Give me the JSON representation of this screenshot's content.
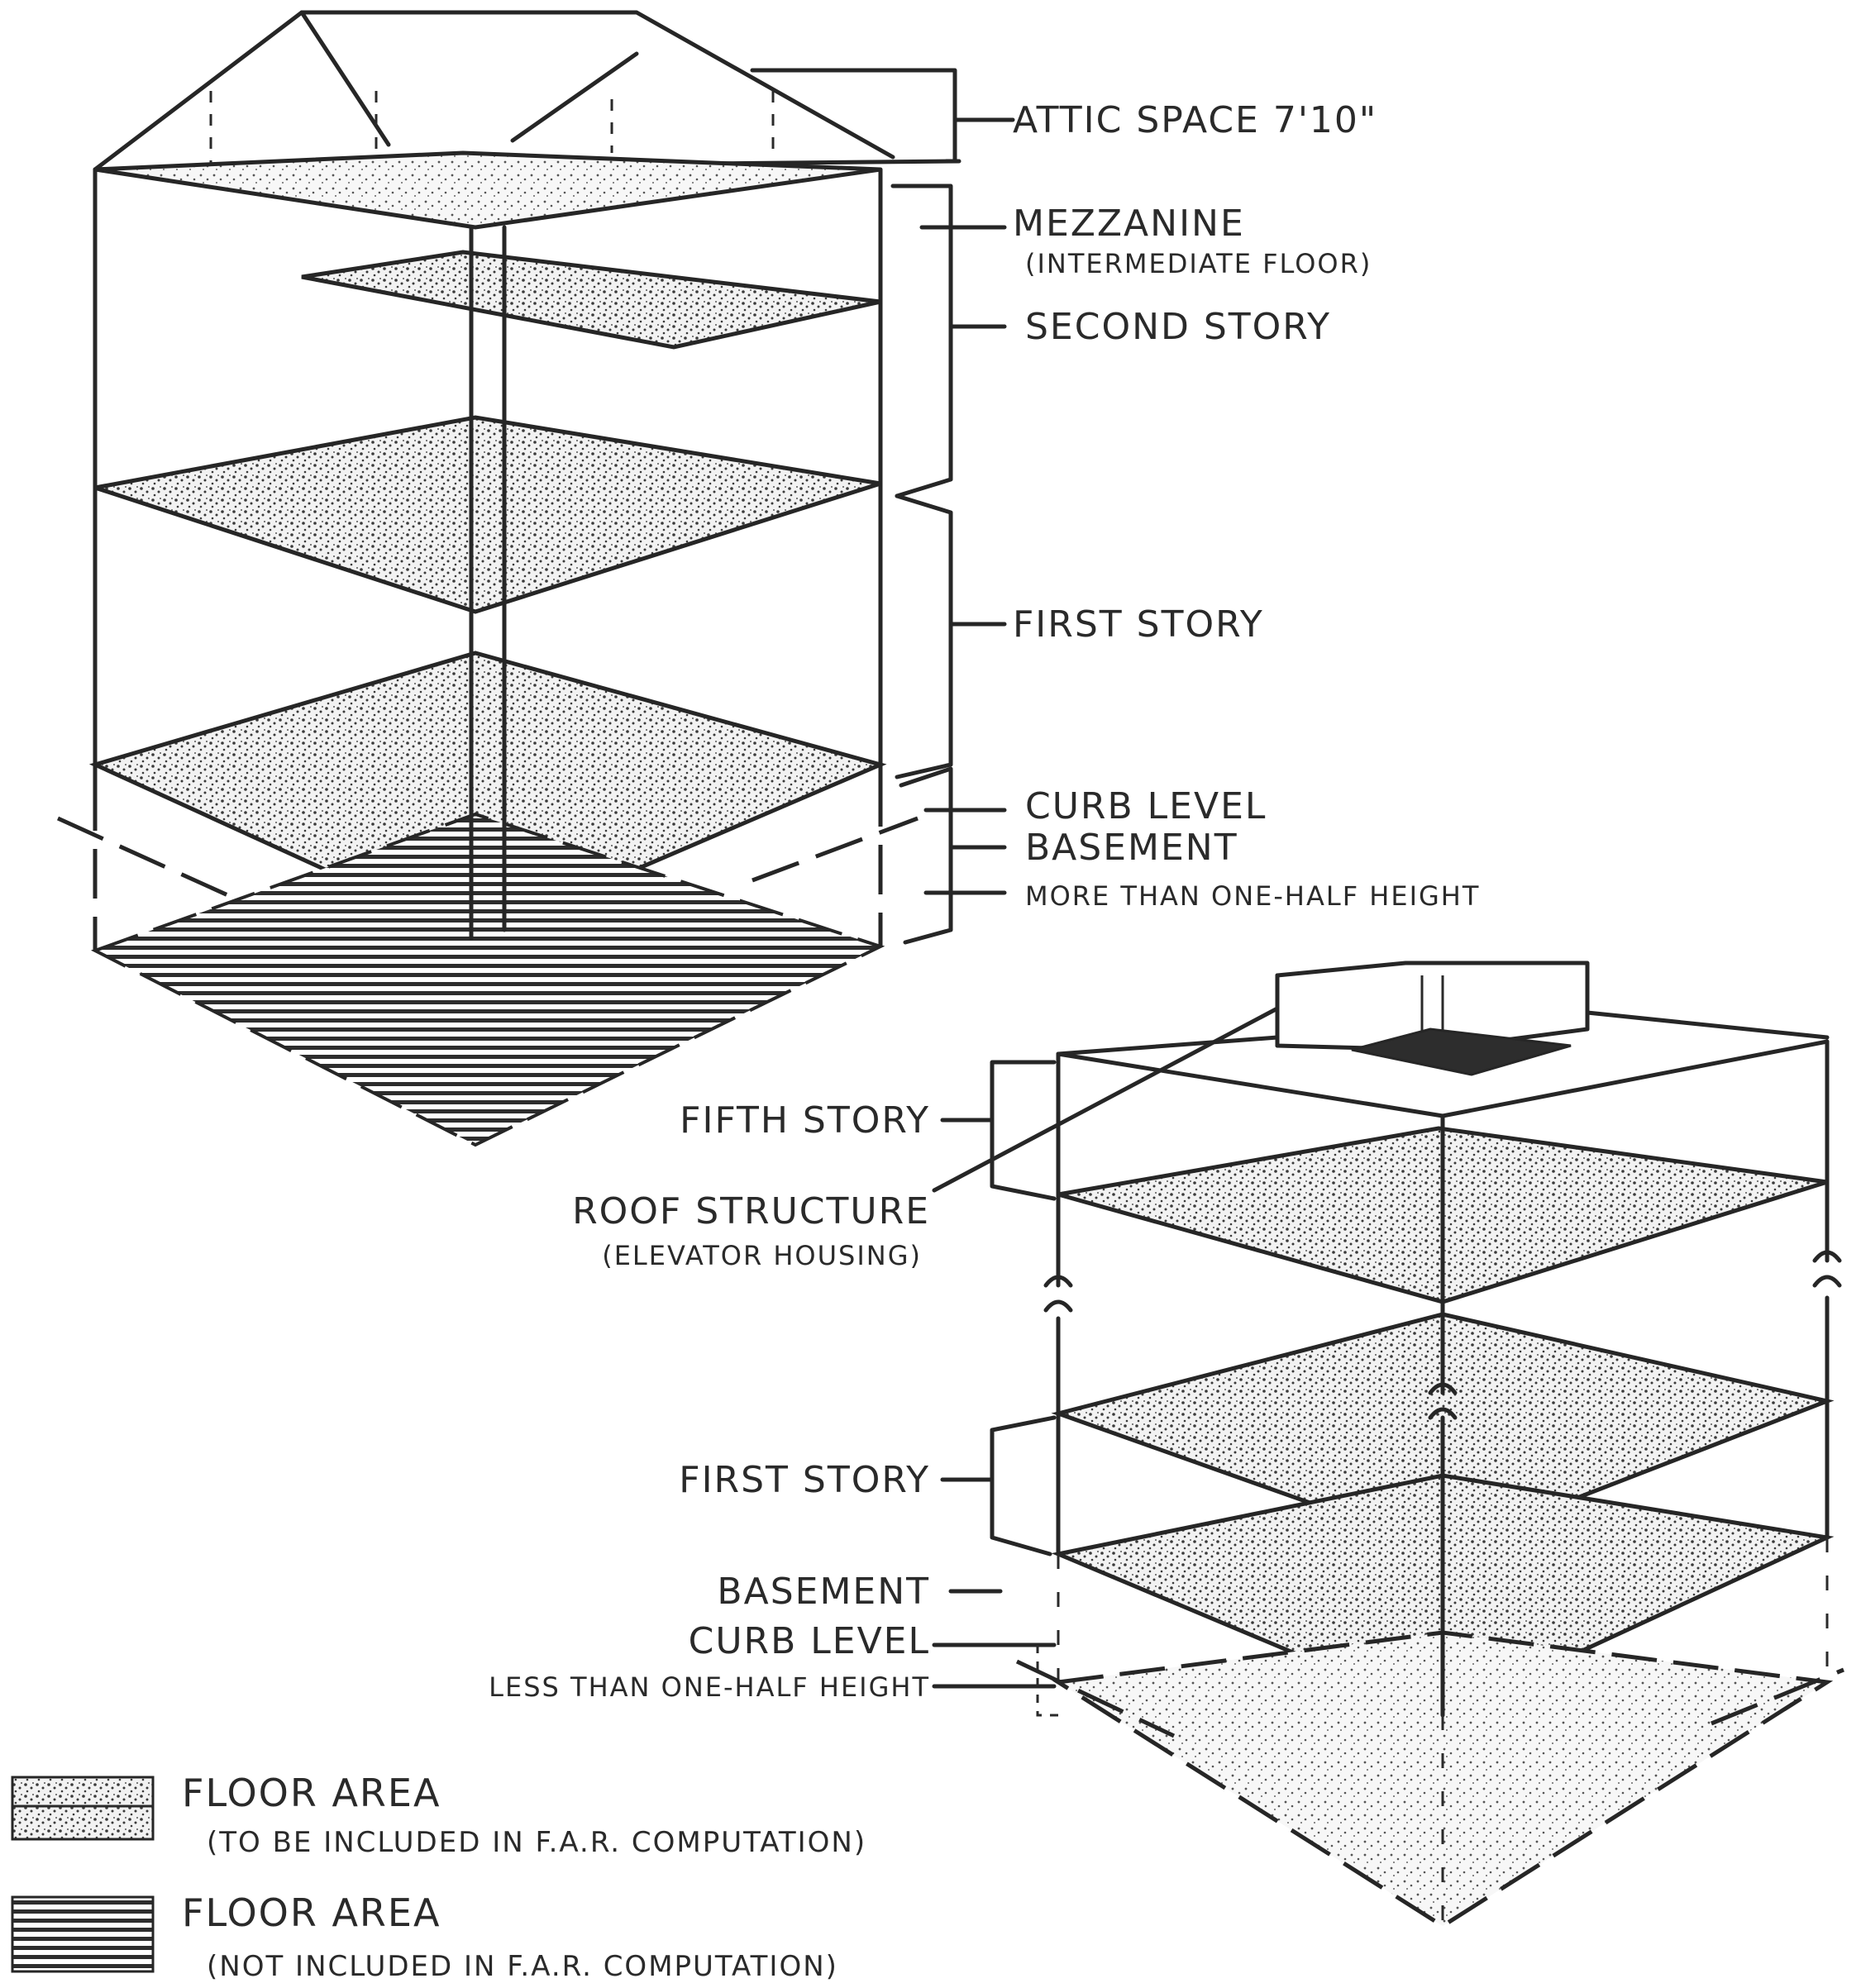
{
  "building_a": {
    "labels": {
      "attic": "ATTIC SPACE 7'10\"",
      "mezzanine": "MEZZANINE",
      "mezzanine_sub": "(INTERMEDIATE FLOOR)",
      "second_story": "SECOND STORY",
      "first_story": "FIRST STORY",
      "curb_level": "CURB LEVEL",
      "basement": "BASEMENT",
      "basement_sub": "MORE THAN ONE-HALF HEIGHT"
    }
  },
  "building_b": {
    "labels": {
      "fifth_story": "FIFTH STORY",
      "roof_structure": "ROOF STRUCTURE",
      "roof_structure_sub": "(ELEVATOR HOUSING)",
      "first_story": "FIRST STORY",
      "basement": "BASEMENT",
      "curb_level": "CURB LEVEL",
      "basement_sub": "LESS THAN ONE-HALF HEIGHT"
    }
  },
  "legend": {
    "included": {
      "title": "FLOOR AREA",
      "note": "(TO BE INCLUDED IN F.A.R. COMPUTATION)"
    },
    "excluded": {
      "title": "FLOOR AREA",
      "note": "(NOT INCLUDED IN F.A.R. COMPUTATION)"
    }
  }
}
